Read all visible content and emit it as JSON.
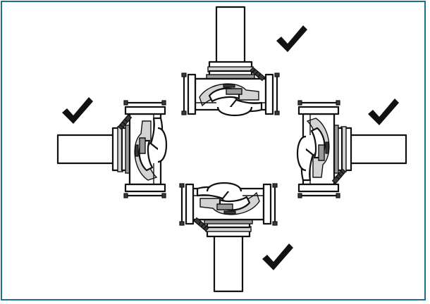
{
  "figure": {
    "border_color": "#1b6f8a",
    "line_color": "#111111",
    "pumps": [
      {
        "orientation": "motor-up",
        "approved": true
      },
      {
        "orientation": "motor-left",
        "approved": true
      },
      {
        "orientation": "motor-right",
        "approved": true
      },
      {
        "orientation": "motor-down",
        "approved": true
      }
    ],
    "icons": [
      "pump-icon",
      "check-mark-icon",
      "vent-screw-icon"
    ]
  }
}
